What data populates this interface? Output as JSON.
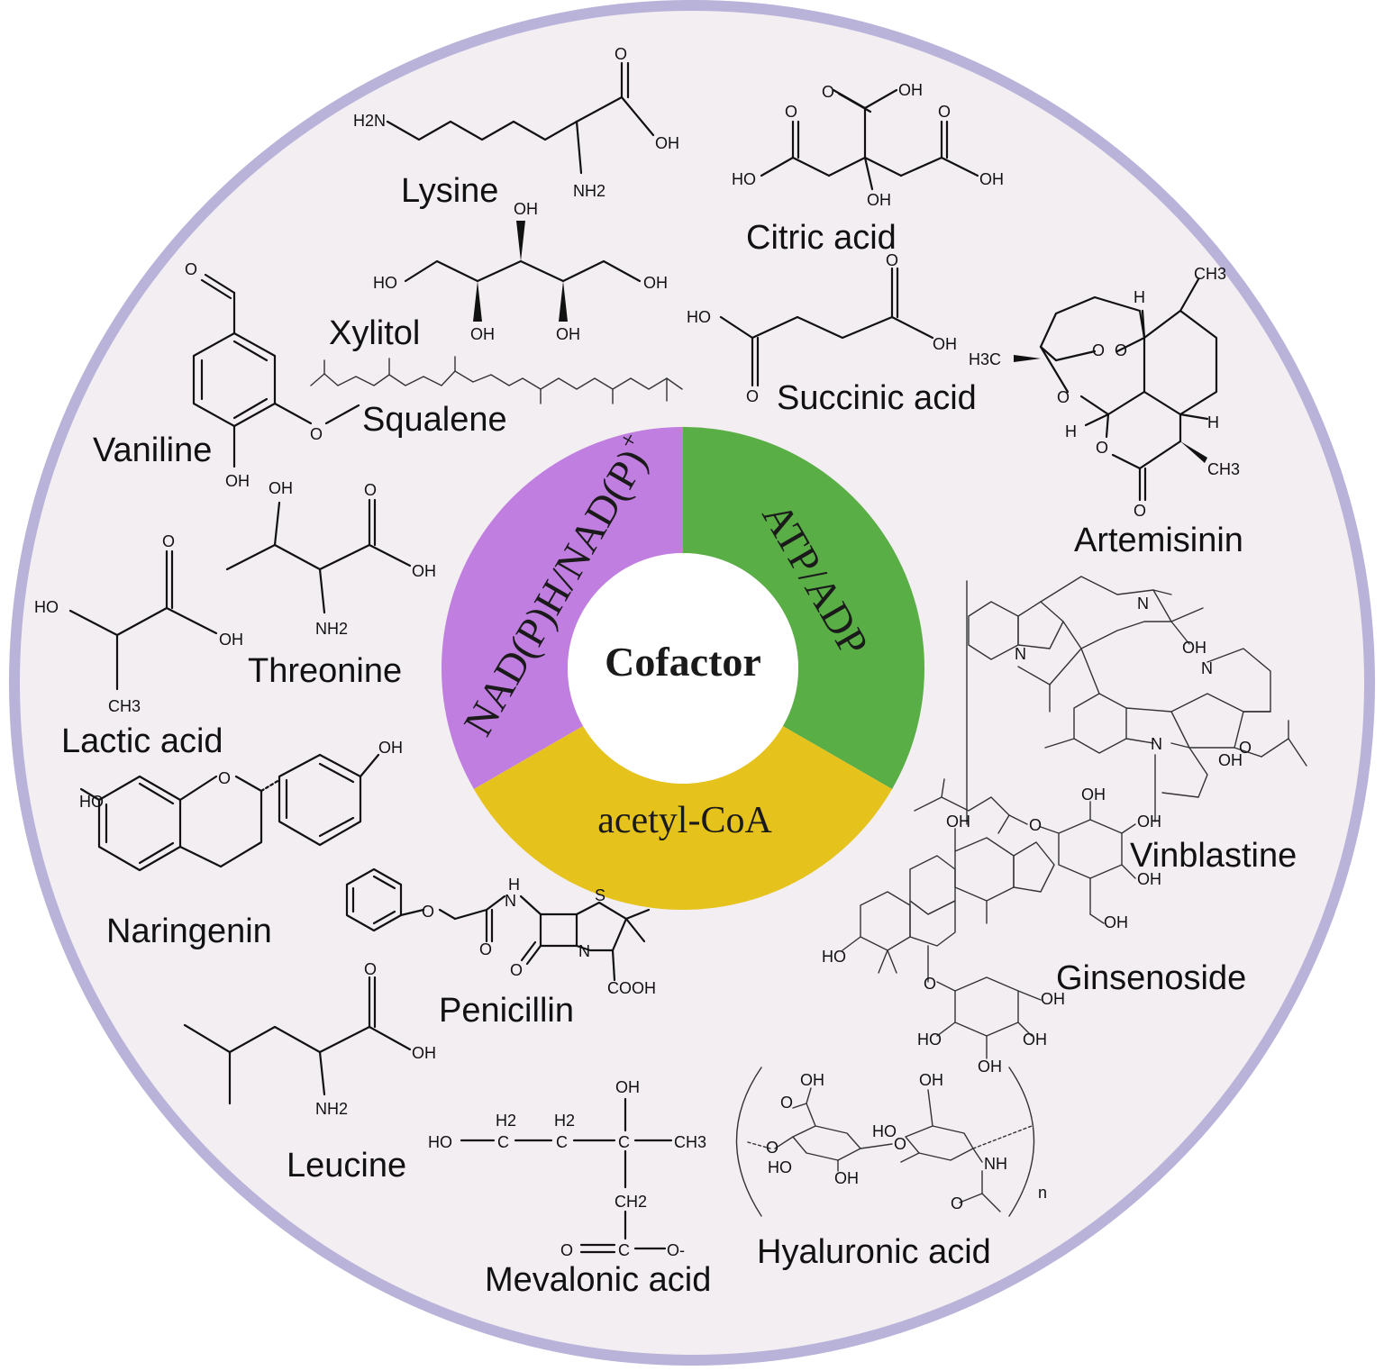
{
  "colors": {
    "ring_border": "#b9b3d9",
    "background_fill": "#f3eef2",
    "nadph_segment": "#c07fe0",
    "atp_segment": "#5aae46",
    "acetyl_segment": "#e6c21c",
    "center": "#ffffff"
  },
  "center_label": "Cofactor",
  "segments": {
    "nadph": {
      "main": "NAD(P)H/NAD(P)",
      "sup": "+"
    },
    "atp": "ATP/ADP",
    "acetyl": "acetyl-CoA"
  },
  "compounds": {
    "lysine": "Lysine",
    "citric_acid": "Citric acid",
    "xylitol": "Xylitol",
    "succinic_acid": "Succinic acid",
    "squalene": "Squalene",
    "vaniline": "Vaniline",
    "artemisinin": "Artemisinin",
    "threonine": "Threonine",
    "lactic_acid": "Lactic acid",
    "naringenin": "Naringenin",
    "vinblastine": "Vinblastine",
    "penicillin": "Penicillin",
    "ginsenoside": "Ginsenoside",
    "leucine": "Leucine",
    "mevalonic_acid": "Mevalonic acid",
    "hyaluronic_acid": "Hyaluronic acid"
  },
  "atoms": {
    "oh": "OH",
    "ho": "HO",
    "o": "O",
    "h": "H",
    "h2n": "H2N",
    "nh2": "NH2",
    "ch3": "CH3",
    "h3c": "H3C",
    "ch2": "CH2",
    "h2": "H2",
    "c": "C",
    "n": "N",
    "s": "S",
    "cooh": "COOH",
    "o_minus": "O-",
    "subscript_n": "n"
  }
}
